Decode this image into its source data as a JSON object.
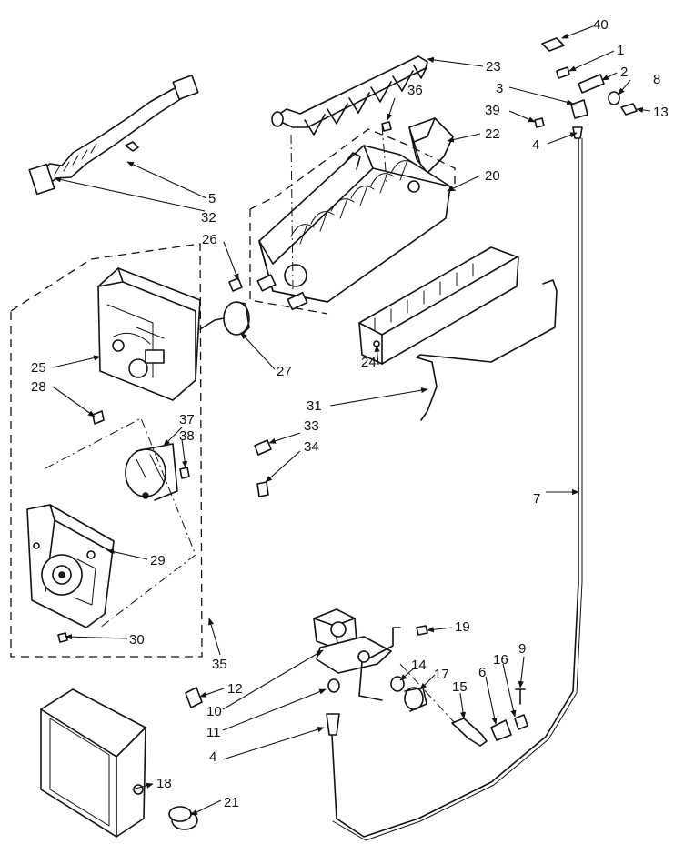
{
  "callouts": {
    "c1": "1",
    "c2": "2",
    "c3": "3",
    "c4a": "4",
    "c4b": "4",
    "c5": "5",
    "c6": "6",
    "c7": "7",
    "c8": "8",
    "c9": "9",
    "c10": "10",
    "c11": "11",
    "c12": "12",
    "c13": "13",
    "c14": "14",
    "c15": "15",
    "c16": "16",
    "c17": "17",
    "c18": "18",
    "c19": "19",
    "c20": "20",
    "c21": "21",
    "c22": "22",
    "c23": "23",
    "c24": "24",
    "c25": "25",
    "c26": "26",
    "c27": "27",
    "c28": "28",
    "c29": "29",
    "c30": "30",
    "c31": "31",
    "c32": "32",
    "c33": "33",
    "c34": "34",
    "c35": "35",
    "c36": "36",
    "c37": "37",
    "c38": "38",
    "c39": "39",
    "c40": "40"
  }
}
